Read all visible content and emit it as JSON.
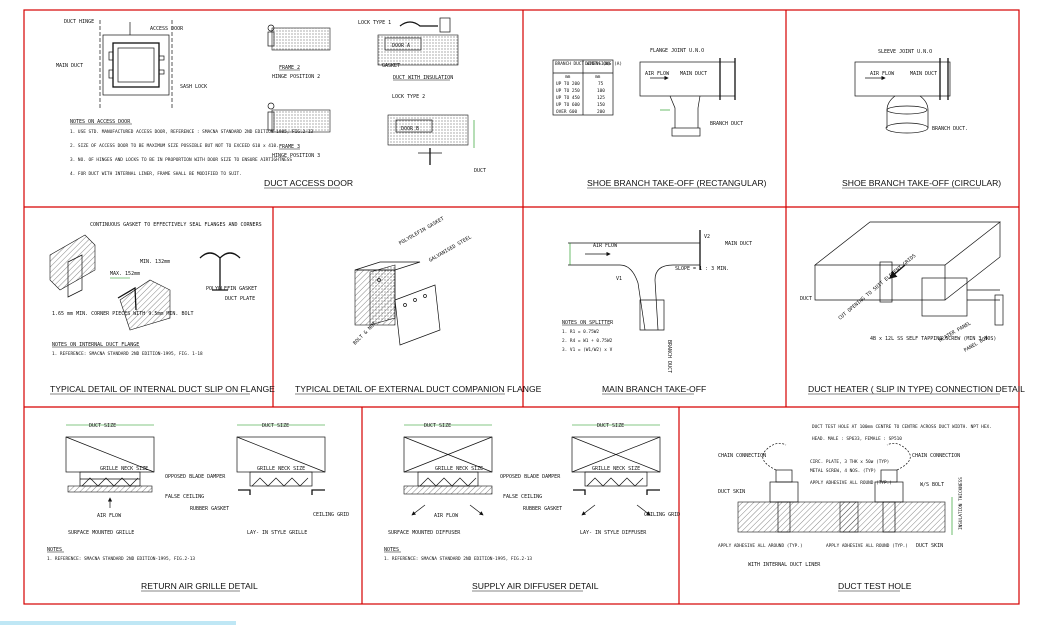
{
  "panels": {
    "access_door": {
      "title": "DUCT ACCESS DOOR",
      "labels": [
        "DUCT HINGE",
        "ACCESS DOOR",
        "MAIN DUCT",
        "SASH LOCK",
        "FRAME 2",
        "HINGE POSITION 2",
        "FRAME 3",
        "HINGE POSITION 3",
        "LOCK TYPE 1",
        "DOOR A",
        "GASKET",
        "DUCT WITH INSULATION",
        "LOCK TYPE 2",
        "DOOR B",
        "DUCT"
      ],
      "notes_heading": "NOTES ON ACCESS DOOR",
      "notes": [
        "1.  USE STD. MANUFACTURED ACCESS DOOR, REFERENCE : SMACNA STANDARD 2ND EDITION-1985, FIG.2-13",
        "2.  SIZE OF ACCESS DOOR TO BE MAXIMUM SIZE POSSIBLE BUT NOT TO EXCEED 610 x 410.",
        "3.  NO. OF HINGES AND LOCKS TO BE IN PROPORTION WITH DOOR SIZE TO ENSURE AIRTIGHTNESS",
        "4.  FOR DUCT WITH INTERNAL LINER, FRAME SHALL BE MODIFIED TO SUIT."
      ]
    },
    "shoe_rect": {
      "title": "SHOE BRANCH TAKE-OFF (RECTANGULAR)",
      "labels": [
        "FLANGE JOINT U.N.O",
        "AIR FLOW",
        "MAIN DUCT",
        "BRANCH DUCT"
      ],
      "table_headers": [
        "BRANCH DUCT WIDTH (W)",
        "DIMENSIONS (A)"
      ],
      "table_units": [
        "mm",
        "mm"
      ],
      "table_rows": [
        [
          "UP TO 200",
          "75"
        ],
        [
          "UP TO 250",
          "100"
        ],
        [
          "UP TO 450",
          "125"
        ],
        [
          "UP TO 600",
          "150"
        ],
        [
          "OVER 600",
          "200"
        ]
      ]
    },
    "shoe_circ": {
      "title": "SHOE BRANCH TAKE-OFF (CIRCULAR)",
      "labels": [
        "SLEEVE JOINT U.N.O",
        "AIR FLOW",
        "MAIN DUCT",
        "BRANCH DUCT."
      ]
    },
    "slip_flange": {
      "title": "TYPICAL DETAIL OF INTERNAL DUCT SLIP ON FLANGE",
      "labels": [
        "CONTINUOUS GASKET TO EFFECTIVELY SEAL FLANGES AND CORNERS",
        "MIN. 132mm",
        "MAX. 152mm",
        "POLYOLEFIN GASKET",
        "DUCT PLATE",
        "1.65 mm MIN. CORNER PIECES WITH 9.5mm MIN. BOLT"
      ],
      "notes_heading": "NOTES ON INTERNAL DUCT FLANGE",
      "notes": [
        "1.  REFERENCE: SMACNA STANDARD 2ND EDITION-1995, FIG. 1-18"
      ]
    },
    "companion_flange": {
      "title": "TYPICAL DETAIL OF EXTERNAL DUCT COMPANION FLANGE",
      "labels": [
        "POLYOLEFIN GASKET",
        "GALVANISED STEEL",
        "BOLT & NUT"
      ]
    },
    "main_branch": {
      "title": "MAIN BRANCH TAKE-OFF",
      "labels": [
        "AIR FLOW",
        "V1",
        "V2",
        "MAIN DUCT",
        "SLOPE = 1 : 3 MIN.",
        "BRANCH DUCT"
      ],
      "notes_heading": "NOTES ON SPLITTER",
      "notes": [
        "1.  R1 = 0.75W2",
        "2.  R4 = W1 + 0.75W2",
        "3.  V1 = (W1/W2) x V"
      ]
    },
    "heater": {
      "title": "DUCT HEATER ( SLIP IN TYPE) CONNECTION DETAIL",
      "labels": [
        "DUCT",
        "CUT OPENING TO SUIT ELEMENT GRIDS",
        "4B x 12L SS SELF TAPPING SCREW (MIN 3 NOS)",
        "HEATER PANEL",
        "PANEL BOX"
      ]
    },
    "return_grille": {
      "title": "RETURN AIR GRILLE DETAIL",
      "labels": [
        "DUCT SIZE",
        "GRILLE NECK SIZE",
        "OPPOSED BLADE DAMPER",
        "FALSE CEILING",
        "AIR FLOW",
        "RUBBER GASKET",
        "CEILING GRID",
        "SURFACE MOUNTED GRILLE",
        "LAY- IN STYLE GRILLE"
      ],
      "notes_heading": "NOTES",
      "notes": [
        "1.   REFERENCE: SMACNA STANDARD 2ND EDITION-1995, FIG.2-13"
      ]
    },
    "supply_diffuser": {
      "title": "SUPPLY AIR DIFFUSER DETAIL",
      "labels": [
        "DUCT SIZE",
        "GRILLE NECK SIZE",
        "OPPOSED BLADE DAMPER",
        "FALSE CEILING",
        "AIR FLOW",
        "RUBBER GASKET",
        "CEILING GRID",
        "SURFACE MOUNTED DIFFUSER",
        "LAY- IN STYLE DIFFUSER"
      ],
      "notes_heading": "NOTES",
      "notes": [
        "1.   REFERENCE: SMACNA STANDARD 2ND EDITION-1995, FIG.2-13"
      ]
    },
    "test_hole": {
      "title": "DUCT TEST HOLE",
      "labels": [
        "DUCT TEST HOLE AT 100mm CENTRE TO CENTRE ACROSS DUCT WIDTH. NPT HEX.",
        "HEAD. MALE : SP633, FEMALE : SP510",
        "CHAIN CONNECTION",
        "CIRC. PLATE, 3 THK x 50ø (TYP)",
        "METAL SCREW, 4 NOS. (TYP)",
        "APPLY ADHESIVE ALL ROUND (TYP.)",
        "DUCT SKIN",
        "W/S BOLT",
        "APPLY ADHESIVE ALL AROUND (TYP.)",
        "WITH INTERNAL DUCT LINER",
        "INSULATION THICKNESS"
      ]
    }
  },
  "colors": {
    "frame": "#d60000",
    "ink": "#111111",
    "dimension": "#0a8f0a",
    "background": "#ffffff"
  }
}
